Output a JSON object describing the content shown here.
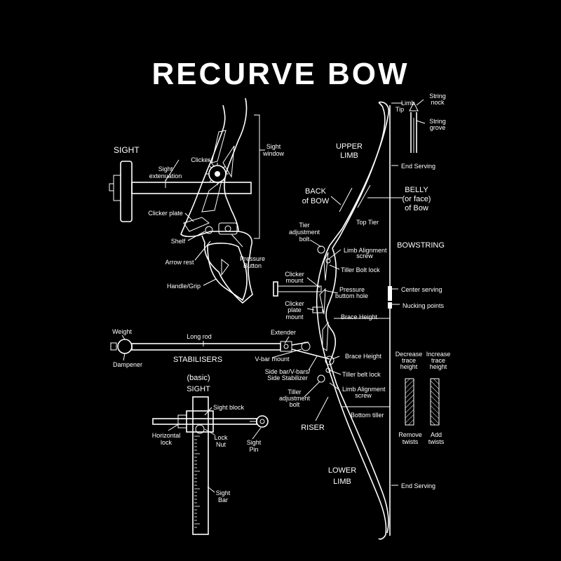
{
  "title": "RECURVE BOW",
  "colors": {
    "background": "#000000",
    "ink": "#ffffff"
  },
  "sight_detail": {
    "heading": "SIGHT",
    "labels": {
      "sight_extenuation_1": "Sight",
      "sight_extenuation_2": "extenuation",
      "clicker": "Clicker",
      "sight_window_1": "Sight",
      "sight_window_2": "window",
      "clicker_plate": "Clicker plate",
      "shelf": "Shelf",
      "arrow_rest": "Arrow rest",
      "pressure_button_1": "Pressure",
      "pressure_button_2": "Button",
      "handle_grip": "Handle/Grip"
    }
  },
  "stabilisers": {
    "heading": "STABILISERS",
    "labels": {
      "weight": "Weight",
      "dampener": "Dampener",
      "long_rod": "Long rod",
      "extender": "Extender",
      "v_bar_mount": "V-bar mount",
      "side_bar_1": "Side bar/V-bars/",
      "side_bar_2": "Side Stabilizer"
    }
  },
  "basic_sight": {
    "heading_1": "(basic)",
    "heading_2": "SIGHT",
    "labels": {
      "sight_block": "Sight block",
      "horizontal_lock_1": "Horizontal",
      "horizontal_lock_2": "lock",
      "lock_nut_1": "Lock",
      "lock_nut_2": "Nut",
      "sight_pin_1": "Sight",
      "sight_pin_2": "Pin",
      "sight_bar_1": "Sight",
      "sight_bar_2": "Bar"
    }
  },
  "bow": {
    "labels": {
      "limb_tip_1": "Limb",
      "limb_tip_2": "Tip",
      "string_nock_1": "String",
      "string_nock_2": "nock",
      "string_grove_1": "String",
      "string_grove_2": "grove",
      "upper_limb_1": "UPPER",
      "upper_limb_2": "LIMB",
      "end_serving_top": "End Serving",
      "back_of_bow_1": "BACK",
      "back_of_bow_2": "of BOW",
      "belly_1": "BELLY",
      "belly_2": "(or face)",
      "belly_3": "of Bow",
      "top_tier": "Top Tier",
      "tier_adjustment_1": "Tier",
      "tier_adjustment_2": "adjustment",
      "tier_adjustment_3": "bolt",
      "bowstring": "BOWSTRING",
      "limb_alignment_top_1": "Limb Alignment",
      "limb_alignment_top_2": "screw",
      "tiller_bolt_lock": "Tiller Bolt lock",
      "clicker_mount_1": "Clicker",
      "clicker_mount_2": "mount",
      "pressure_button_hole_1": "Pressure",
      "pressure_button_hole_2": "buttom hole",
      "center_serving": "Center serving",
      "clicker_plate_mount_1": "Clicker",
      "clicker_plate_mount_2": "plate",
      "clicker_plate_mount_3": "mount",
      "nucking_points": "Nucking points",
      "brace_height_1": "Brace Height",
      "brace_height_2": "Brace Height",
      "tiller_belt_lock": "Tiller belt lock",
      "limb_alignment_bottom_1": "Limb Alignment",
      "limb_alignment_bottom_2": "screw",
      "tiller_adjustment_1": "Tiller",
      "tiller_adjustment_2": "adjustment",
      "tiller_adjustment_3": "bolt",
      "riser": "RISER",
      "bottom_tiller": "Bottom tiller",
      "lower_limb_1": "LOWER",
      "lower_limb_2": "LIMB",
      "end_serving_bottom": "End Serving"
    }
  },
  "twist_guide": {
    "decrease_1": "Decrease",
    "decrease_2": "trace",
    "decrease_3": "height",
    "increase_1": "Increase",
    "increase_2": "trace",
    "increase_3": "height",
    "remove_1": "Remove",
    "remove_2": "twists",
    "add_1": "Add",
    "add_2": "twists"
  }
}
